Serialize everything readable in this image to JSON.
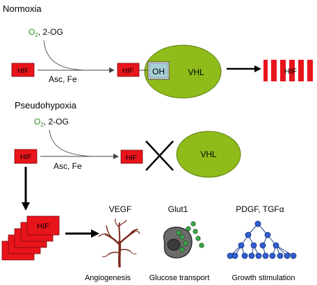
{
  "normoxia": {
    "title": "Normoxia",
    "o2": "O",
    "o2_sub": "2",
    "cofactor_2og": ", 2-OG",
    "hif_input": "HIF",
    "asc_fe": "Asc, Fe",
    "hif_hydroxylated": "HIF",
    "oh": "OH",
    "vhl": "VHL",
    "hif_degraded": "HIF"
  },
  "pseudohypoxia": {
    "title": "Pseudohypoxia",
    "o2": "O",
    "o2_sub": "2",
    "cofactor_2og": ", 2-OG",
    "hif_input": "HIF",
    "asc_fe": "Asc, Fe",
    "hif_unbound": "HIF",
    "vhl": "VHL",
    "hif_stack": "HIF"
  },
  "targets": {
    "vegf": "VEGF",
    "glut1": "Glut1",
    "pdgf": "PDGF, TGFα"
  },
  "outcomes": {
    "angiogenesis": "Angiogenesis",
    "glucose_transport": "Glucose transport",
    "growth_stimulation": "Growth stimulation"
  },
  "colors": {
    "hif_red": "#e8151b",
    "vhl_green": "#8fbc1a",
    "o2_green": "#2e8b22",
    "oh_box": "#a6cfd6"
  },
  "icons": {
    "angiogenesis": "branching-vessel-icon",
    "glucose": "cell-with-glucose-icon",
    "growth": "cell-tree-icon"
  }
}
